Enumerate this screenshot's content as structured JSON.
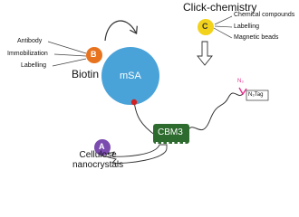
{
  "diagram": {
    "click_chemistry_title": "Click-chemistry",
    "click_applications": [
      "Chemical compounds",
      "Labelling",
      "Magnetic beads"
    ],
    "biotin_applications": [
      "Antibody",
      "Immobilization",
      "Labelling"
    ],
    "biotin_label": "Biotin",
    "msa_label": "mSA",
    "cbm3_label": "CBM3",
    "tag_label": "N₃Tag",
    "azide_label": "N₃",
    "cellulose_label": "Cellulose\nnanocrystals",
    "badges": {
      "a": "A",
      "b": "B",
      "c": "C"
    },
    "colors": {
      "msa": "#4aa3d8",
      "cbm3": "#2e6b2e",
      "badge_a": "#7b4bb0",
      "badge_b": "#e8731f",
      "badge_c": "#f2d21b",
      "linker_dot": "#d42020",
      "tag": "#e0338f"
    }
  }
}
